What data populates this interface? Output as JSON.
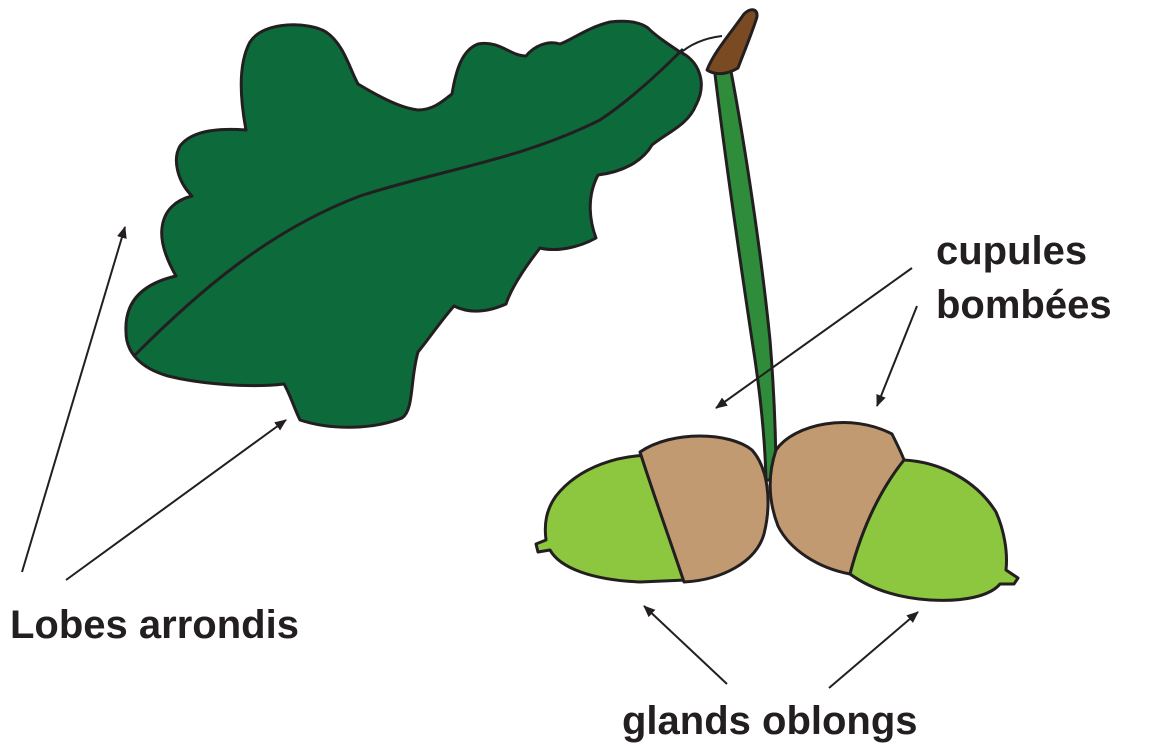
{
  "labels": {
    "lobes": "Lobes arrondis",
    "cupules_line1": "cupules",
    "cupules_line2": "bombées",
    "glands": "glands oblongs"
  },
  "colors": {
    "leaf": "#0d6a3a",
    "stem": "#2e8c3a",
    "twig": "#7a4a22",
    "cup": "#c29a72",
    "nut": "#8dc63f",
    "outline": "#231f20"
  }
}
